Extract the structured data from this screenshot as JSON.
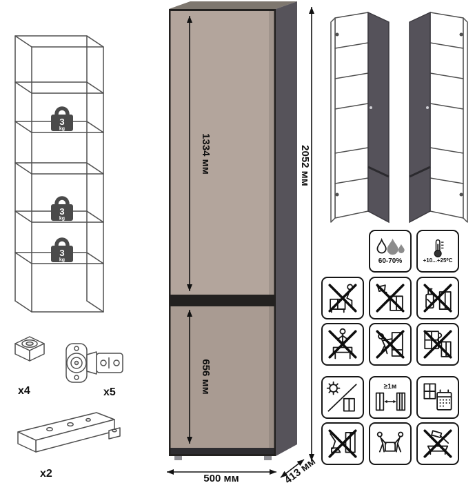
{
  "product": {
    "dimensions": {
      "upper_door": "1334 мм",
      "lower_door": "656 мм",
      "height": "2052 мм",
      "width": "500 мм",
      "depth": "413 мм"
    },
    "shelf_load": {
      "value": "3",
      "unit": "kg"
    },
    "hardware": {
      "feet_count": "x4",
      "hinges_count": "x5",
      "plinth_count": "x2"
    }
  },
  "care": {
    "humidity": "60-70%",
    "temperature": "+10...+25⁰C",
    "heater_distance": "≥1м"
  },
  "colors": {
    "door_upper": "#b3a59c",
    "door_lower": "#a99b92",
    "side": "#56535a",
    "top": "#7e776f",
    "carcass": "#232120"
  }
}
